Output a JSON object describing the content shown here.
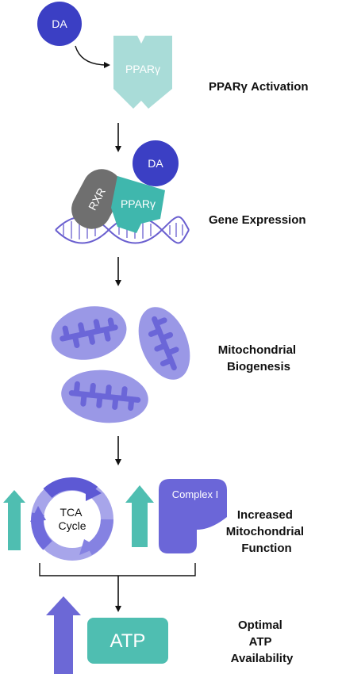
{
  "molecules": {
    "da_top": "DA",
    "ppar_top": "PPARγ",
    "da_middle": "DA",
    "rxr": "RXR",
    "ppar_middle": "PPARγ",
    "tca_line1": "TCA",
    "tca_line2": "Cycle",
    "complex1": "Complex I",
    "atp": "ATP"
  },
  "steps": {
    "step1": [
      "PPARγ Activation"
    ],
    "step2": [
      "Gene Expression"
    ],
    "step3": [
      "Mitochondrial",
      "Biogenesis"
    ],
    "step4": [
      "Increased",
      "Mitochondrial",
      "Function"
    ],
    "step5": [
      "Optimal",
      "ATP",
      "Availability"
    ]
  },
  "colors": {
    "da_blue": "#3b3fc4",
    "ppar_teal_light": "#a9dcd8",
    "ppar_teal": "#3fb7ad",
    "rxr_gray": "#6f6f6f",
    "dna_purple": "#6a5fcf",
    "mito_outer": "#9a98e6",
    "mito_inner": "#6b66d8",
    "up_arrow_teal": "#4fbeb1",
    "up_arrow_purple": "#6c68d6",
    "complex_purple": "#6b66d8",
    "atp_teal": "#4fbeb1"
  }
}
